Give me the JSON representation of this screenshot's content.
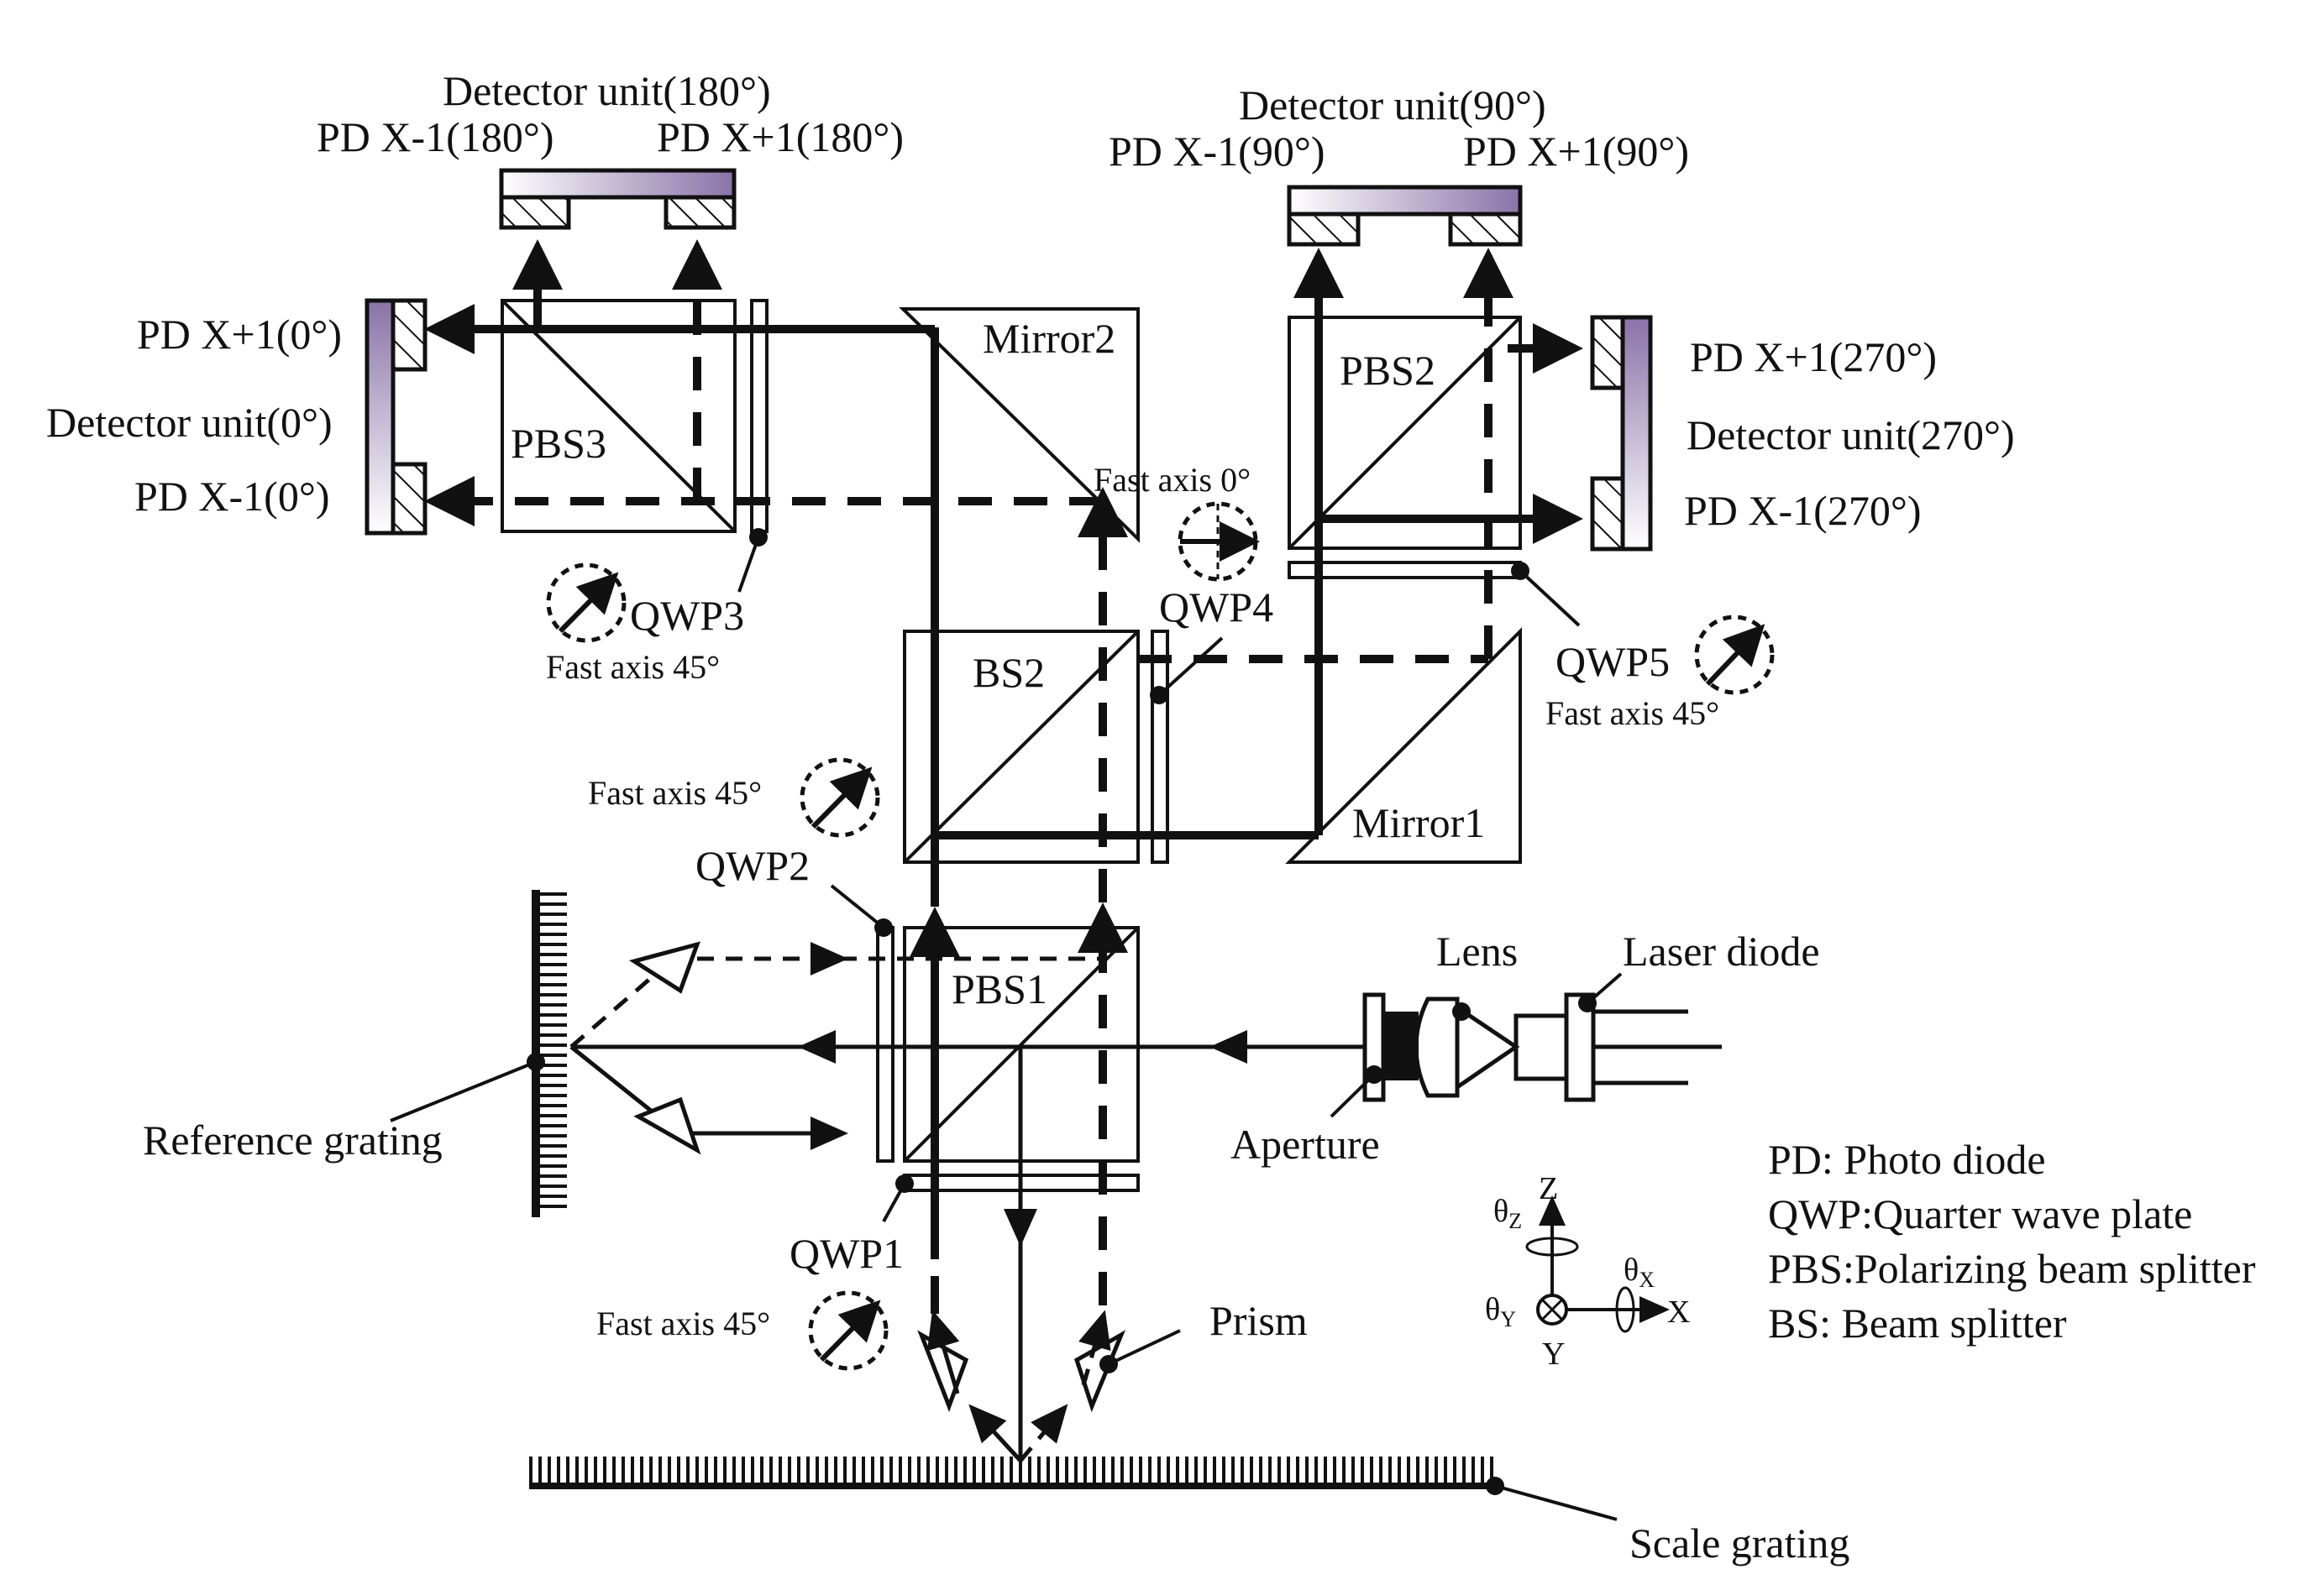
{
  "labels": {
    "det180_title": "Detector unit(180°)",
    "pd_xm1_180": "PD X-1(180°)",
    "pd_xp1_180": "PD X+1(180°)",
    "det90_title": "Detector unit(90°)",
    "pd_xm1_90": "PD X-1(90°)",
    "pd_xp1_90": "PD X+1(90°)",
    "pd_xp1_0": "PD X+1(0°)",
    "det0_title": "Detector unit(0°)",
    "pd_xm1_0": "PD X-1(0°)",
    "pd_xp1_270": "PD X+1(270°)",
    "det270_title": "Detector unit(270°)",
    "pd_xm1_270": "PD X-1(270°)",
    "pbs1": "PBS1",
    "pbs2": "PBS2",
    "pbs3": "PBS3",
    "bs2": "BS2",
    "mirror1": "Mirror1",
    "mirror2": "Mirror2",
    "qwp1": "QWP1",
    "qwp2": "QWP2",
    "qwp3": "QWP3",
    "qwp4": "QWP4",
    "qwp5": "QWP5",
    "fast_axis_0": "Fast axis 0°",
    "fast_axis_45_qwp3": "Fast axis 45°",
    "fast_axis_45_qwp2": "Fast axis 45°",
    "fast_axis_45_qwp5": "Fast axis 45°",
    "fast_axis_45_qwp1": "Fast axis 45°",
    "lens": "Lens",
    "laser_diode": "Laser diode",
    "aperture": "Aperture",
    "reference_grating": "Reference grating",
    "prism": "Prism",
    "scale_grating": "Scale grating"
  },
  "legend": [
    "PD: Photo diode",
    "QWP:Quarter wave plate",
    "PBS:Polarizing beam splitter",
    "BS: Beam splitter"
  ],
  "axes": {
    "z": "Z",
    "x": "X",
    "y": "Y",
    "theta": "θ",
    "theta_z_sub": "Z",
    "theta_x_sub": "X",
    "theta_y_sub": "Y"
  },
  "colors": {
    "line": "#111111",
    "detector_gradient_start": "#8a73a8",
    "detector_gradient_end": "#ffffff"
  }
}
